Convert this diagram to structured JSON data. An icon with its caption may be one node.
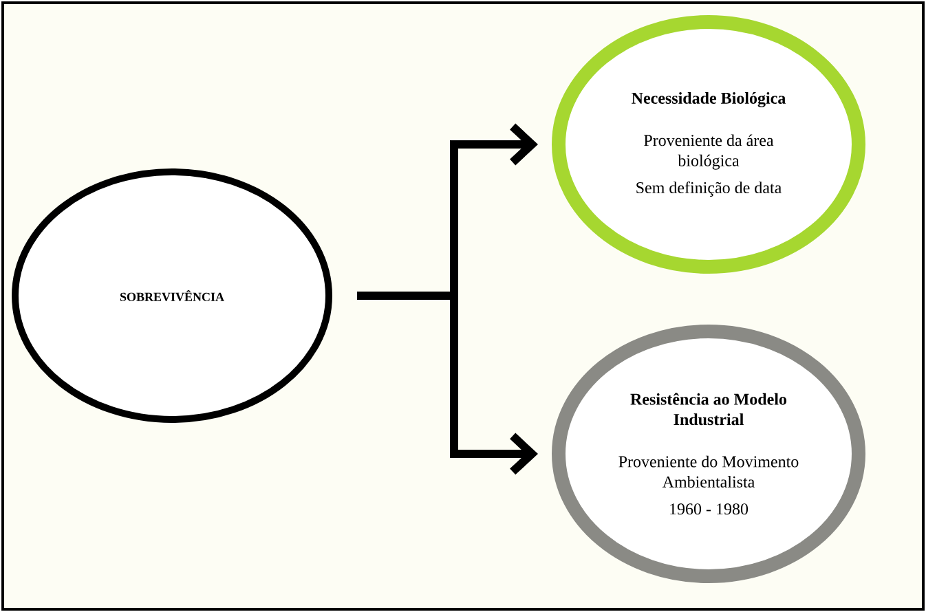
{
  "diagram": {
    "nodes": [
      {
        "text": [
          "SOBREVIVÊNCIA"
        ]
      },
      {
        "text": [
          "Necessidade Biológica",
          "Proveniente da área biológica",
          "Sem definição de data"
        ]
      },
      {
        "text": [
          "Resistência ao Modelo Industrial",
          "Proveniente do Movimento Ambientalista",
          "1960 - 1980"
        ]
      }
    ],
    "edges": [
      {
        "from": 0,
        "to": 1,
        "arrow": "to"
      },
      {
        "from": 0,
        "to": 2,
        "arrow": "to"
      }
    ]
  }
}
